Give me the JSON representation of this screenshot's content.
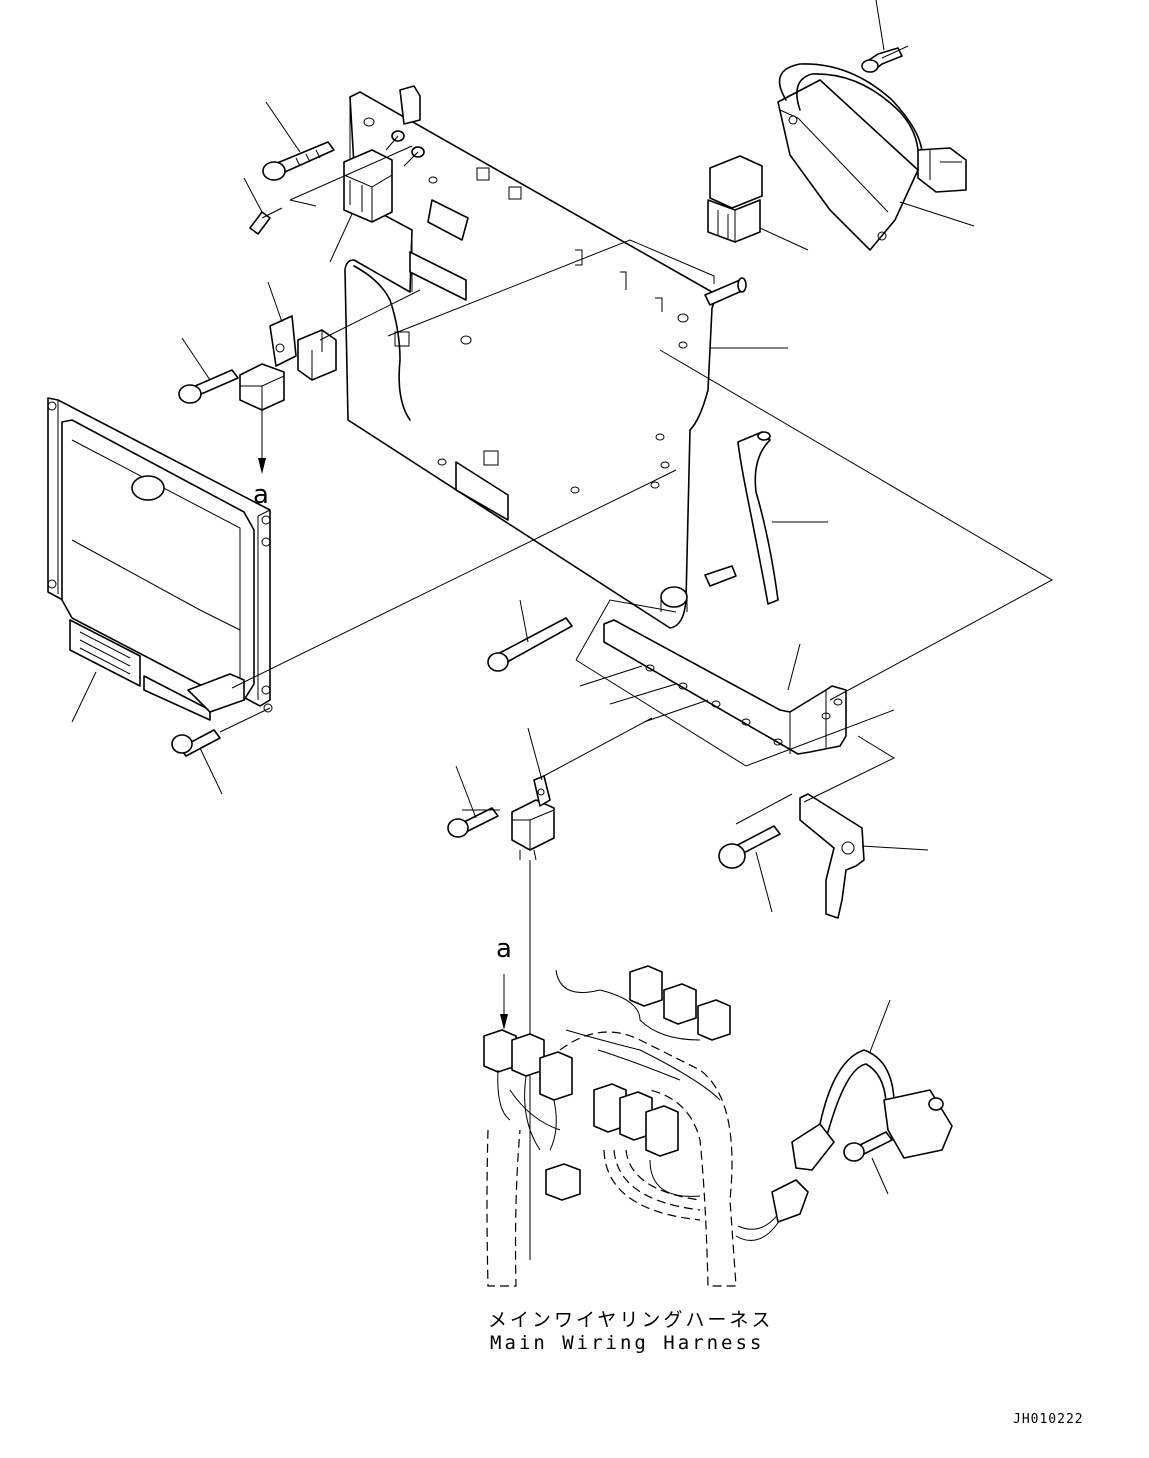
{
  "labels": {
    "harness_jp": "メインワイヤリングハーネス",
    "harness_en": "Main Wiring Harness",
    "drawing_id": "JH010222",
    "ref_upper": "a",
    "ref_lower": "a"
  }
}
